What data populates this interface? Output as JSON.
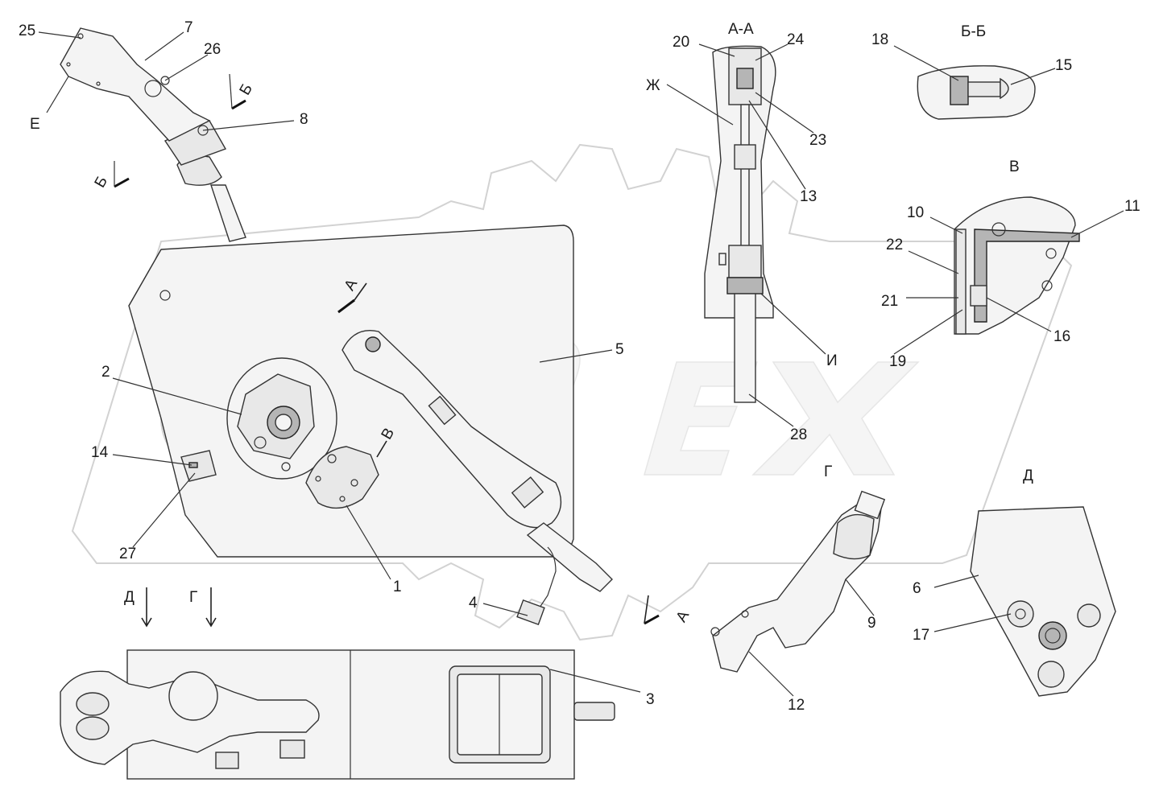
{
  "labels": {
    "p1": "1",
    "p2": "2",
    "p3": "3",
    "p4": "4",
    "p5": "5",
    "p6": "6",
    "p7": "7",
    "p8": "8",
    "p9": "9",
    "p10": "10",
    "p11": "11",
    "p12": "12",
    "p13": "13",
    "p14": "14",
    "p15": "15",
    "p16": "16",
    "p17": "17",
    "p18": "18",
    "p19": "19",
    "p20": "20",
    "p21": "21",
    "p22": "22",
    "p23": "23",
    "p24": "24",
    "p25": "25",
    "p26": "26",
    "p27": "27",
    "p28": "28"
  },
  "views": {
    "section_aa": "А-А",
    "section_bb": "Б-Б",
    "view_v": "В",
    "view_g": "Г",
    "view_d": "Д",
    "view_e": "Е",
    "view_zh": "Ж",
    "view_i": "И"
  },
  "markers": {
    "a": "А",
    "b": "Б",
    "v": "В",
    "g": "Г",
    "d": "Д"
  }
}
